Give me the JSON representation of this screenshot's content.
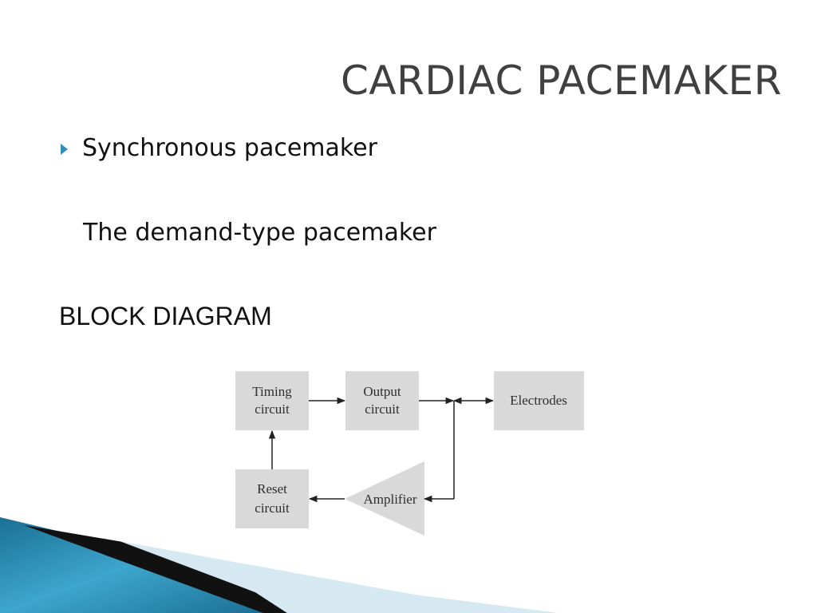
{
  "slide": {
    "title": "CARDIAC PACEMAKER",
    "bullet": "Synchronous pacemaker",
    "sub_text": "The demand-type pacemaker",
    "section_heading": "BLOCK DIAGRAM",
    "accent_color": "#2f8fb5"
  },
  "diagram": {
    "timing_line1": "Timing",
    "timing_line2": "circuit",
    "output_line1": "Output",
    "output_line2": "circuit",
    "electrodes": "Electrodes",
    "reset_line1": "Reset",
    "reset_line2": "circuit",
    "amplifier": "Amplifier",
    "block_color": "#d9d9d9"
  }
}
